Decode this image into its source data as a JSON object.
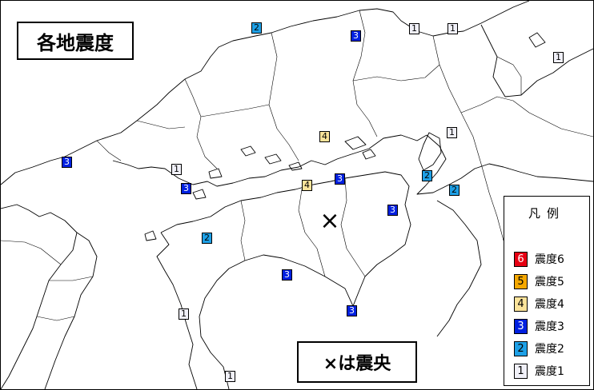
{
  "title": "各地震度",
  "epicenter_note": "×は震央",
  "epicenter_symbol": "×",
  "legend": {
    "title": "凡例",
    "items": [
      {
        "level": "6",
        "label": "震度6",
        "color": "#e60012",
        "text_color": "#ffffff"
      },
      {
        "level": "5",
        "label": "震度5",
        "color": "#f5a800",
        "text_color": "#000000"
      },
      {
        "level": "4",
        "label": "震度4",
        "color": "#fbe39a",
        "text_color": "#000000"
      },
      {
        "level": "3",
        "label": "震度3",
        "color": "#0020e0",
        "text_color": "#ffffff"
      },
      {
        "level": "2",
        "label": "震度2",
        "color": "#1ea0e6",
        "text_color": "#000000"
      },
      {
        "level": "1",
        "label": "震度1",
        "color": "#f0f0f8",
        "text_color": "#000000"
      }
    ]
  },
  "colors": {
    "land": "#ffffff",
    "sea": "#ffffff",
    "boundary": "#000000"
  }
}
